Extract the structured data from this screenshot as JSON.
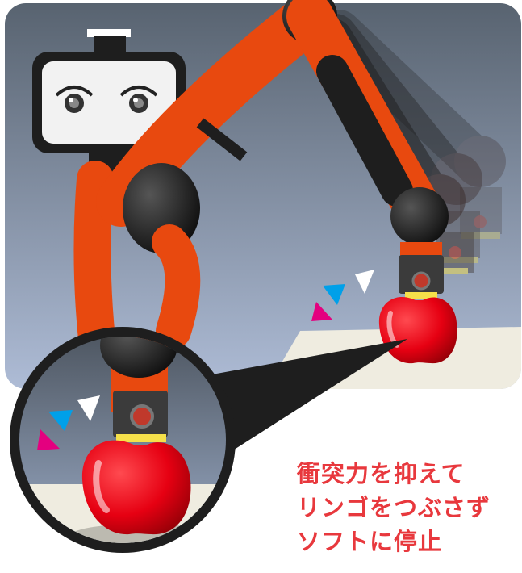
{
  "caption": {
    "lines": [
      "衝突力を抑えて",
      "リンゴをつぶさず",
      "ソフトに停止"
    ],
    "color": "#e8383d"
  },
  "colors": {
    "robot_orange": "#e8490f",
    "robot_black": "#1e1e1e",
    "apple_red": "#e60012",
    "background_top": "#586370",
    "background_bottom": "#aebcd6",
    "table": "#efece0",
    "cue_magenta": "#e4007f",
    "cue_cyan": "#00a0e9",
    "gripper_yellow": "#f5e04a"
  },
  "icons": [
    "robot-face-icon",
    "eye-icon",
    "apple-icon",
    "motion-cue-icon"
  ]
}
